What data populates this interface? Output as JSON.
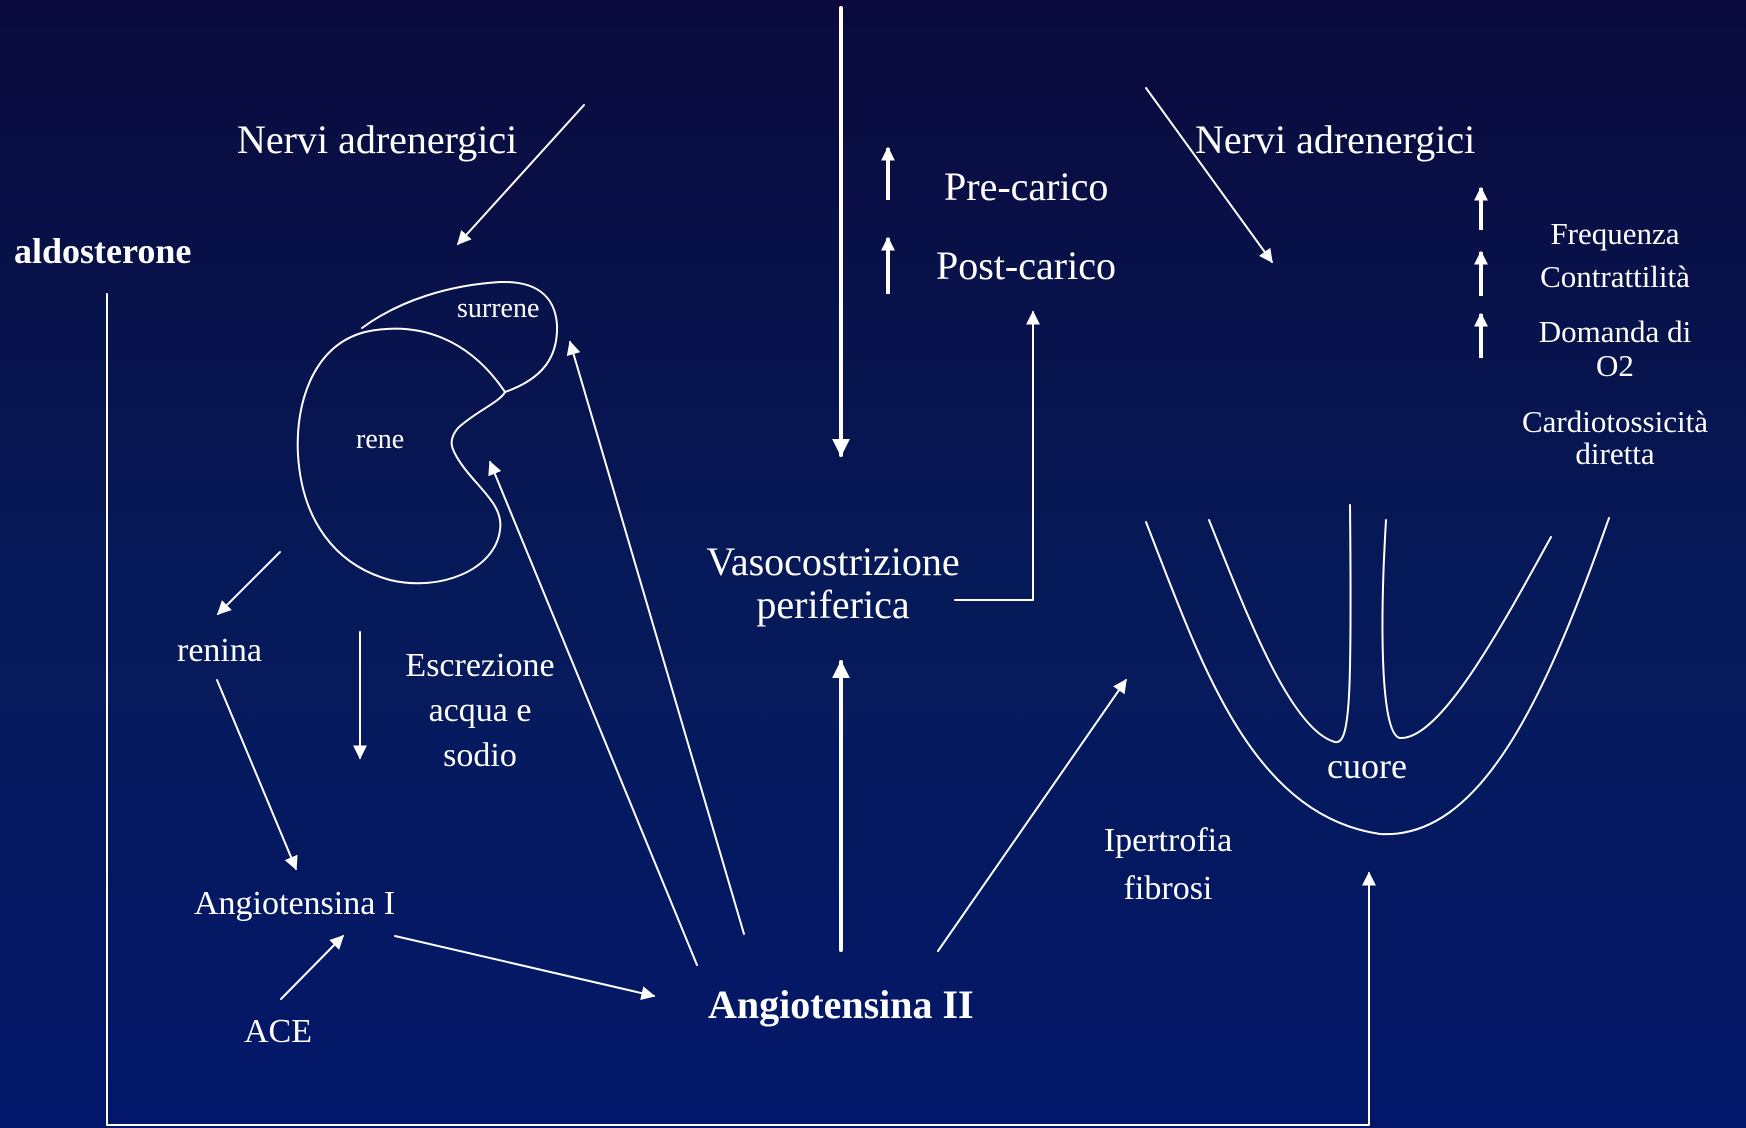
{
  "labels": {
    "nervi_left": "Nervi adrenergici",
    "nervi_right": "Nervi adrenergici",
    "aldosterone": "aldosterone",
    "surrene": "surrene",
    "rene": "rene",
    "renina": "renina",
    "escrezione_1": "Escrezione",
    "escrezione_2": "acqua e",
    "escrezione_3": "sodio",
    "angiotensina_1": "Angiotensina I",
    "ace": "ACE",
    "angiotensina_2": "Angiotensina II",
    "pre_carico": "Pre-carico",
    "post_carico": "Post-carico",
    "vaso_1": "Vasocostrizione",
    "vaso_2": "periferica",
    "frequenza": "Frequenza",
    "contrattilita": "Contrattilità",
    "domanda_1": "Domanda di",
    "domanda_2": "O2",
    "cardio_1": "Cardiotossicità",
    "cardio_2": "diretta",
    "ipertrofia_1": "Ipertrofia",
    "ipertrofia_2": "fibrosi",
    "cuore": "cuore"
  },
  "colors": {
    "background_top": "#0a0a3c",
    "background_bottom": "#03176a",
    "foreground": "#ffffff"
  }
}
